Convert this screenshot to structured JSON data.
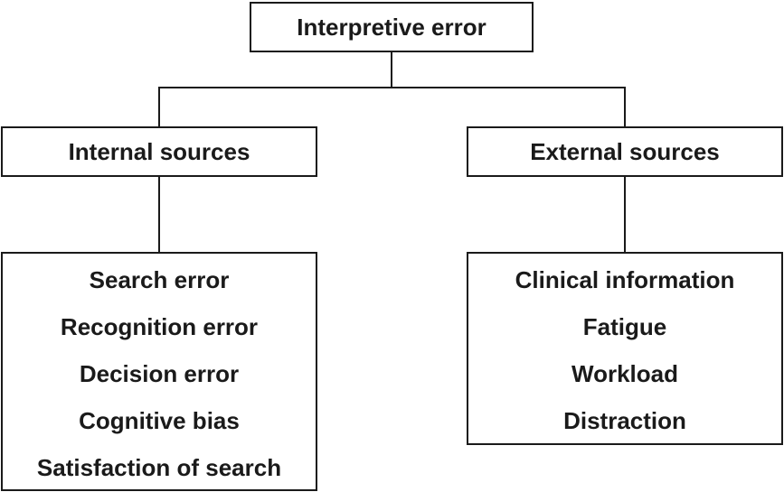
{
  "root": {
    "label": "Interpretive error"
  },
  "branches": [
    {
      "label": "Internal sources",
      "items": [
        "Search error",
        "Recognition error",
        "Decision error",
        "Cognitive bias",
        "Satisfaction of search"
      ]
    },
    {
      "label": "External sources",
      "items": [
        "Clinical information",
        "Fatigue",
        "Workload",
        "Distraction"
      ]
    }
  ]
}
